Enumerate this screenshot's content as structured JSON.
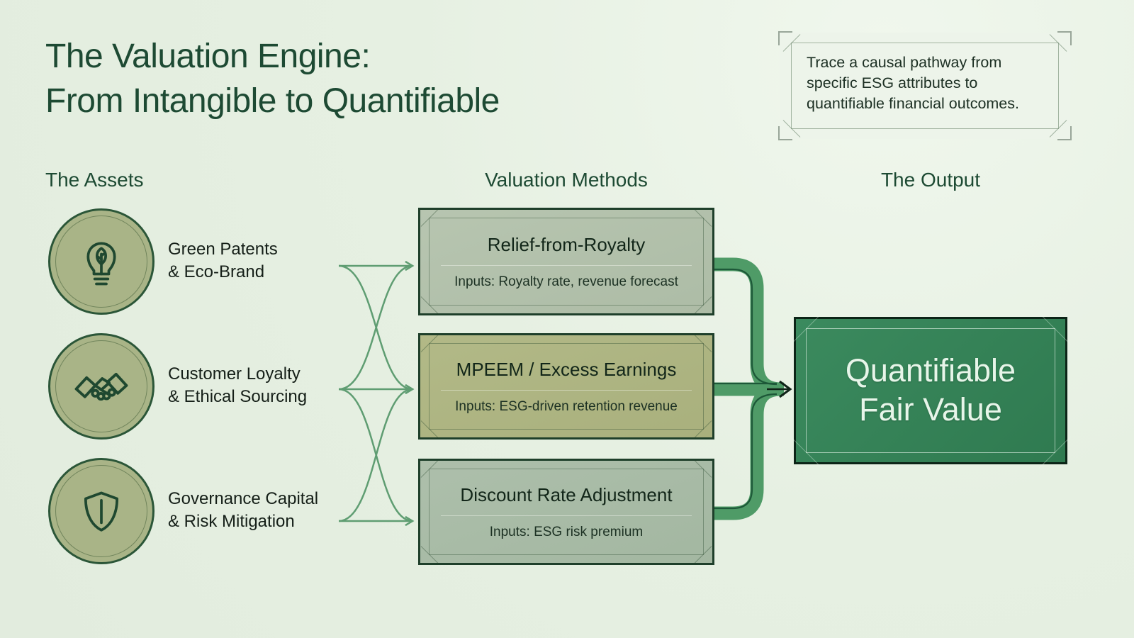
{
  "title": {
    "line1": "The Valuation Engine:",
    "line2": "From Intangible to Quantifiable"
  },
  "note": {
    "text": "Trace a causal pathway from specific ESG attributes to quantifiable financial outcomes."
  },
  "columns": {
    "assets": "The Assets",
    "methods": "Valuation Methods",
    "output": "The Output"
  },
  "assets": {
    "items": [
      {
        "icon": "lightbulb-leaf-icon",
        "line1": "Green Patents",
        "line2": "& Eco-Brand"
      },
      {
        "icon": "handshake-icon",
        "line1": "Customer Loyalty",
        "line2": "& Ethical Sourcing"
      },
      {
        "icon": "shield-icon",
        "line1": "Governance Capital",
        "line2": "& Risk Mitigation"
      }
    ]
  },
  "methods": {
    "items": [
      {
        "title": "Relief-from-Royalty",
        "inputs": "Inputs: Royalty rate, revenue forecast"
      },
      {
        "title": "MPEEM / Excess Earnings",
        "inputs": "Inputs: ESG-driven retention revenue"
      },
      {
        "title": "Discount Rate Adjustment",
        "inputs": "Inputs: ESG risk premium"
      }
    ]
  },
  "output": {
    "line1": "Quantifiable",
    "line2": "Fair Value"
  },
  "colors": {
    "background": "#e6f0e2",
    "heading_green": "#1d4a33",
    "asset_circle_fill": "#a9b487",
    "method_box_sage": "#b3c1ac",
    "method_box_olive": "#aeb583",
    "method_box_gray_sage": "#a8bba6",
    "output_fill": "#35825a",
    "arrow_green": "#5f9d72",
    "pipe_green": "#4f9b67",
    "pipe_dark_line": "#1d5838"
  }
}
